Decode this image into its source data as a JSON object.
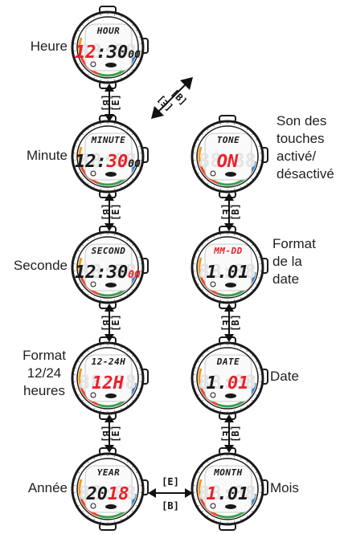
{
  "labels": {
    "heure": "Heure",
    "minute": "Minute",
    "seconde": "Seconde",
    "format_1224": [
      "Format",
      "12/24",
      "heures"
    ],
    "annee": "Année",
    "mois": "Mois",
    "date": "Date",
    "format_date": [
      "Format",
      "de la",
      "date"
    ],
    "son": [
      "Son des",
      "touches",
      "activé/",
      "désactivé"
    ]
  },
  "buttons": {
    "b": "[B]",
    "e": "[E]"
  },
  "watches": [
    {
      "id": "heure",
      "top": "HOUR",
      "main_a": "12",
      "main_b": ":30",
      "small": "00",
      "highlight": "a"
    },
    {
      "id": "minute",
      "top": "MINUTE",
      "main_a": "12:",
      "main_b": "30",
      "small": "00",
      "highlight": "b"
    },
    {
      "id": "seconde",
      "top": "SECOND",
      "main_a": "12:30",
      "main_b": "",
      "small": "00",
      "highlight": "small"
    },
    {
      "id": "format",
      "top": "12-24H",
      "main_a": "",
      "main_b": "12H",
      "small": "",
      "highlight": "b"
    },
    {
      "id": "annee",
      "top": "YEAR",
      "main_a": "20",
      "main_b": "18",
      "small": "",
      "highlight": "b"
    },
    {
      "id": "tone",
      "top": "TONE",
      "main_a": "",
      "main_b": "ON",
      "small": "",
      "highlight": "b"
    },
    {
      "id": "mmdd",
      "top": "MM-DD",
      "main_a": "1.",
      "main_b": "01",
      "small": "",
      "highlight": "top"
    },
    {
      "id": "date",
      "top": "DATE",
      "main_a": "1.",
      "main_b": "01",
      "small": "",
      "highlight": "b2"
    },
    {
      "id": "mois",
      "top": "MONTH",
      "main_a": "1",
      "main_b": ".01",
      "small": "",
      "highlight": "a"
    }
  ],
  "colors": {
    "highlight": "#e8212b",
    "ink": "#1a1a1a",
    "bezel_blue": "#2f7fd0",
    "bezel_green": "#3aa14b",
    "bezel_red": "#e34b2c",
    "bezel_orange": "#f29a1f"
  }
}
